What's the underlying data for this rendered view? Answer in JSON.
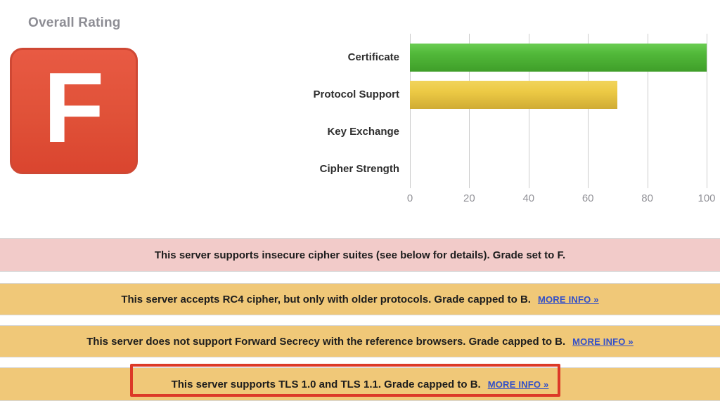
{
  "rating": {
    "title": "Overall Rating",
    "grade": "F",
    "badge_color": "#e05138"
  },
  "chart_data": {
    "type": "bar",
    "orientation": "horizontal",
    "categories": [
      "Certificate",
      "Protocol Support",
      "Key Exchange",
      "Cipher Strength"
    ],
    "values": [
      100,
      70,
      0,
      0
    ],
    "bar_colors": [
      "#52b93a",
      "#ecc944",
      null,
      null
    ],
    "title": "",
    "xlabel": "",
    "ylabel": "",
    "xlim": [
      0,
      100
    ],
    "xticks": [
      0,
      20,
      40,
      60,
      80,
      100
    ],
    "grid": true,
    "legend": false
  },
  "messages": [
    {
      "type": "error",
      "bg": "#f2cbc9",
      "text": "This server supports insecure cipher suites (see below for details). Grade set to F.",
      "link_label": null,
      "highlighted": false
    },
    {
      "type": "warning",
      "bg": "#f0c878",
      "text": "This server accepts RC4 cipher, but only with older protocols. Grade capped to B.",
      "link_label": "MORE INFO »",
      "highlighted": false
    },
    {
      "type": "warning",
      "bg": "#f0c878",
      "text": "This server does not support Forward Secrecy with the reference browsers. Grade capped to B.",
      "link_label": "MORE INFO »",
      "highlighted": false
    },
    {
      "type": "warning",
      "bg": "#f0c878",
      "text": "This server supports TLS 1.0 and TLS 1.1. Grade capped to B.",
      "link_label": "MORE INFO »",
      "highlighted": true
    }
  ],
  "annotation": {
    "color": "#dc3927"
  }
}
